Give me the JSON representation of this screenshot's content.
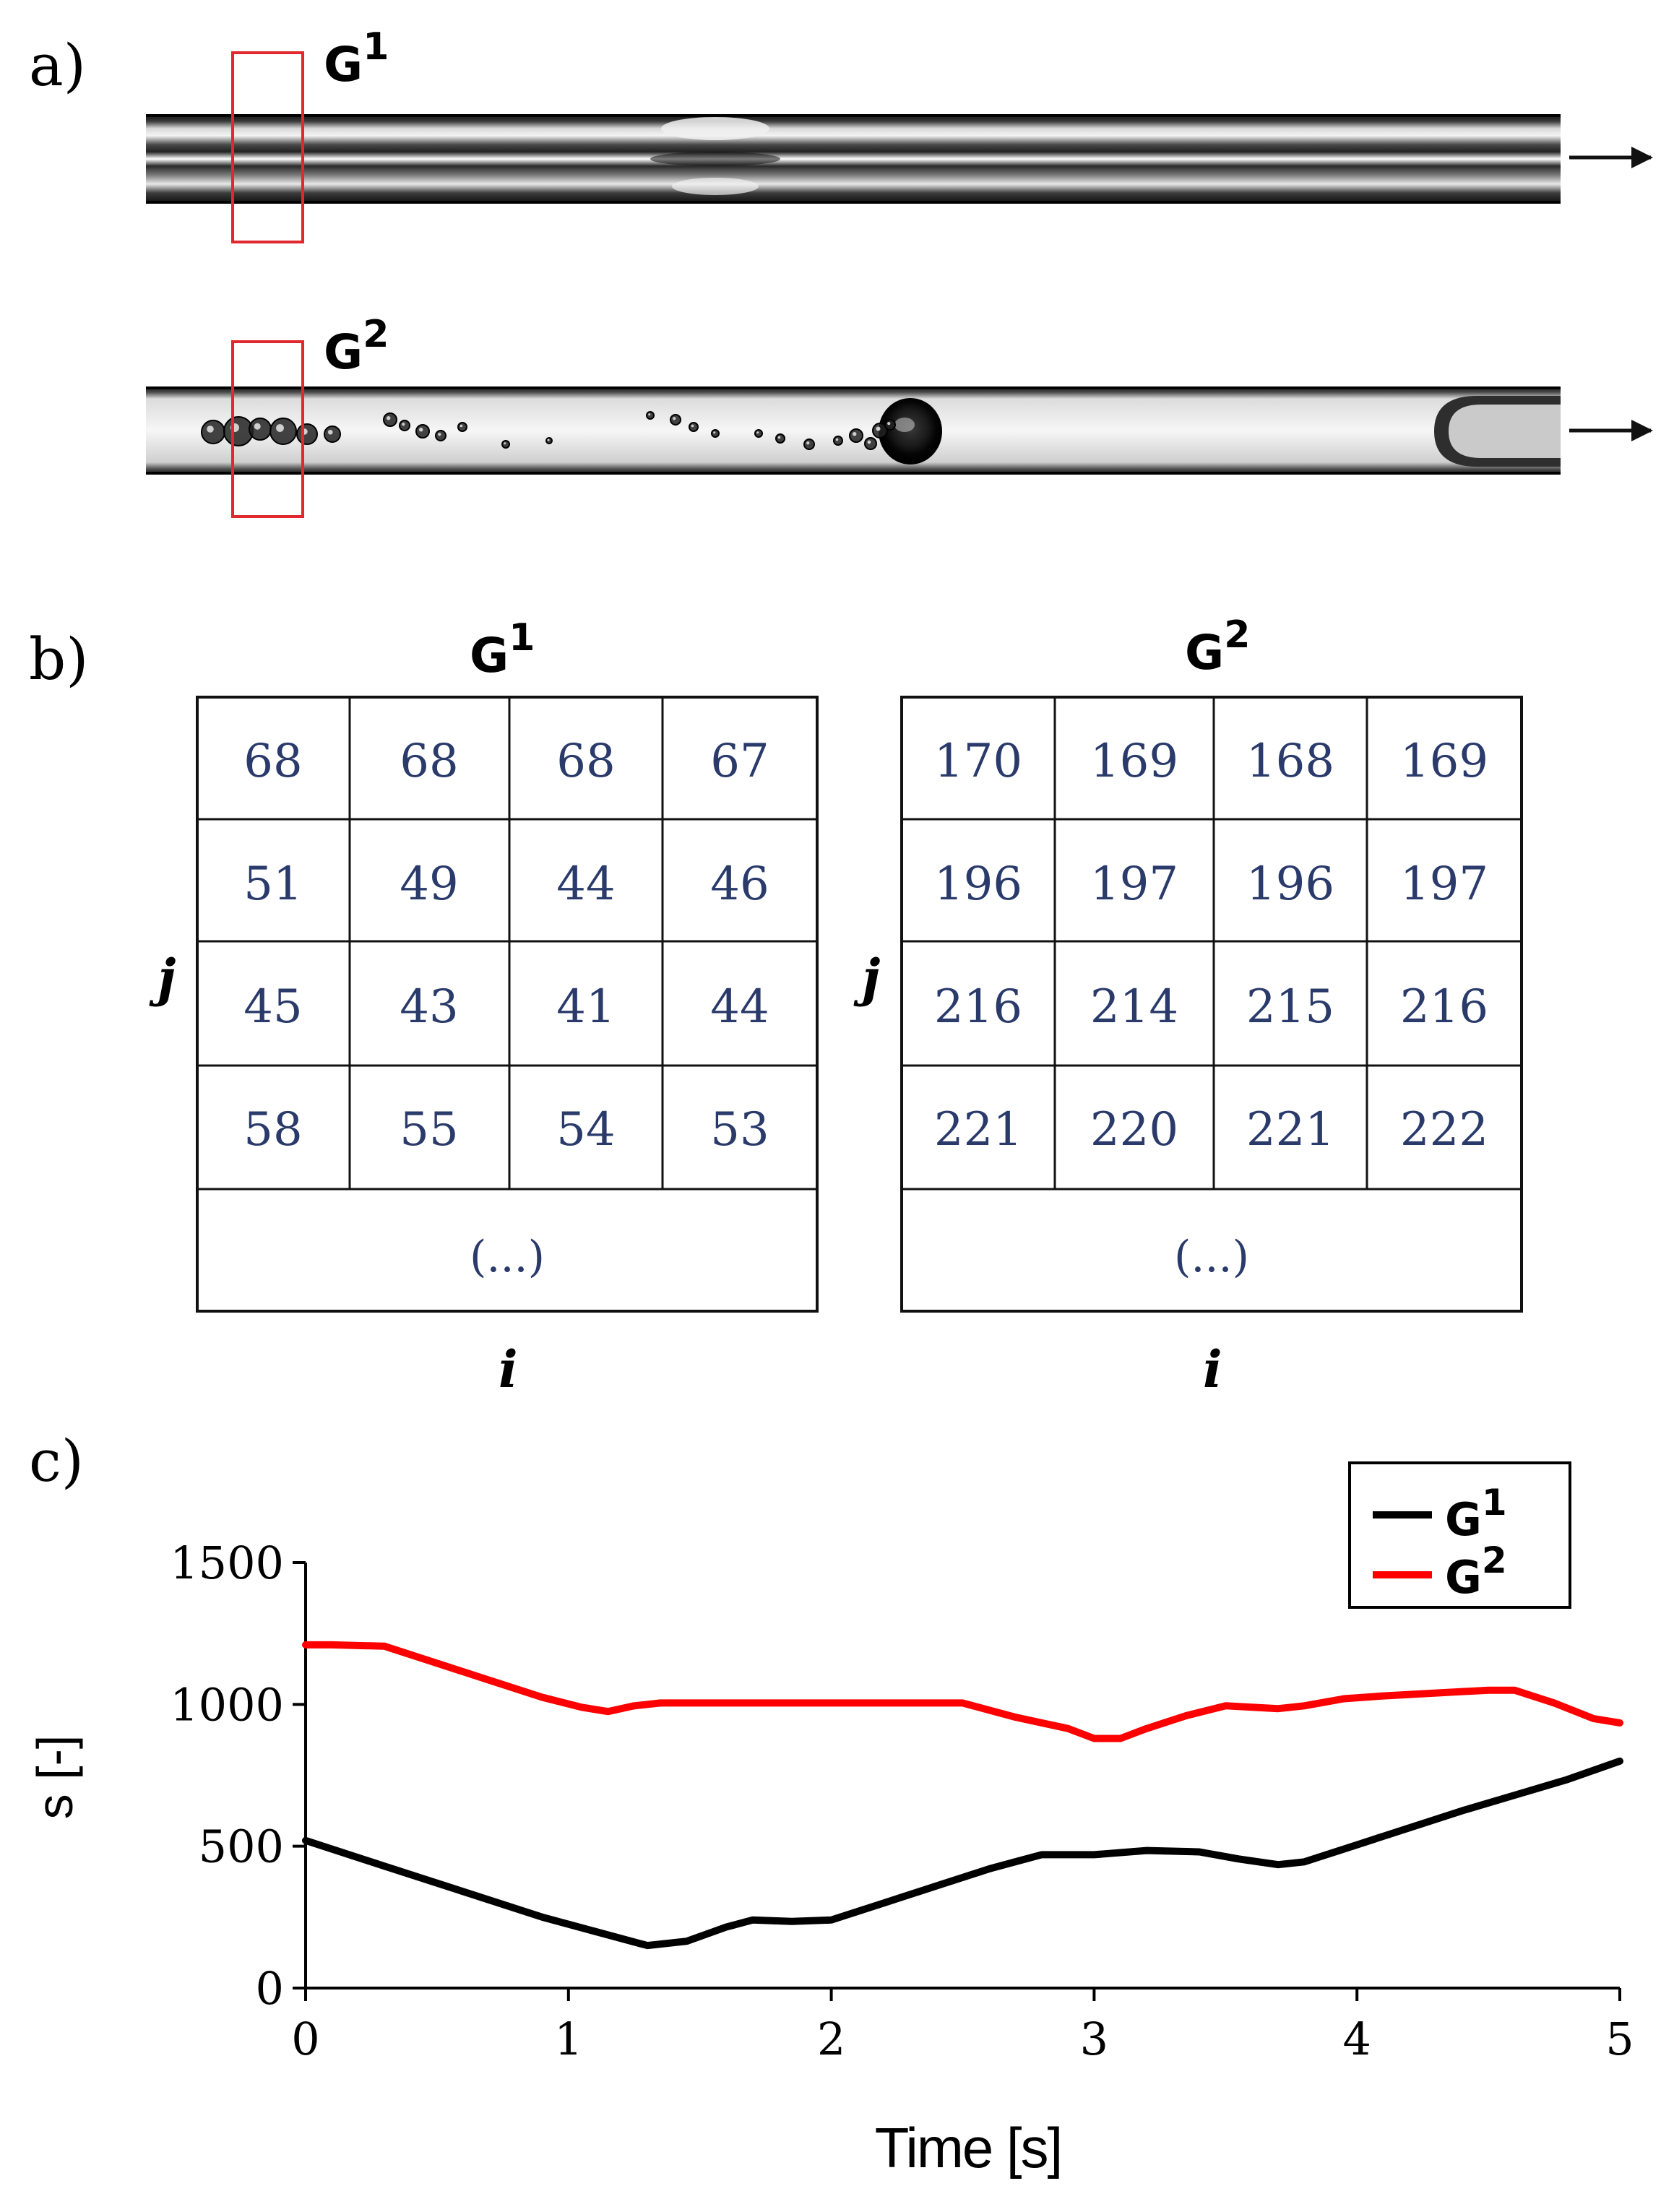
{
  "panels": {
    "a": {
      "label": "a)",
      "images": [
        {
          "glyph": "G",
          "sup": "1",
          "kind": "annular-film"
        },
        {
          "glyph": "G",
          "sup": "2",
          "kind": "bubbly-slug"
        }
      ]
    },
    "b": {
      "label": "b)",
      "grids": [
        {
          "glyph": "G",
          "sup": "1",
          "rows": [
            [
              "68",
              "68",
              "68",
              "67"
            ],
            [
              "51",
              "49",
              "44",
              "46"
            ],
            [
              "45",
              "43",
              "41",
              "44"
            ],
            [
              "58",
              "55",
              "54",
              "53"
            ]
          ],
          "ellipsis": "(...)",
          "row_axis": "j",
          "col_axis": "i"
        },
        {
          "glyph": "G",
          "sup": "2",
          "rows": [
            [
              "170",
              "169",
              "168",
              "169"
            ],
            [
              "196",
              "197",
              "196",
              "197"
            ],
            [
              "216",
              "214",
              "215",
              "216"
            ],
            [
              "221",
              "220",
              "221",
              "222"
            ]
          ],
          "ellipsis": "(...)",
          "row_axis": "j",
          "col_axis": "i"
        }
      ]
    },
    "c": {
      "label": "c)"
    }
  },
  "colors": {
    "g1": "#000000",
    "g2": "#ff0000",
    "roi_box": "#e0282e"
  },
  "chart_data": {
    "type": "line",
    "xlabel": "Time [s]",
    "ylabel": "s [-]",
    "xlim": [
      0,
      5
    ],
    "ylim": [
      0,
      1500
    ],
    "xticks": [
      "0",
      "1",
      "2",
      "3",
      "4",
      "5"
    ],
    "yticks": [
      "0",
      "500",
      "1000",
      "1500"
    ],
    "grid": false,
    "legend_position": "top-right",
    "series": [
      {
        "name": "G1",
        "glyph": "G",
        "sup": "1",
        "color": "#000000",
        "x": [
          0,
          0.3,
          0.6,
          0.9,
          1.1,
          1.3,
          1.45,
          1.6,
          1.7,
          1.85,
          2.0,
          2.2,
          2.4,
          2.6,
          2.8,
          3.0,
          3.2,
          3.4,
          3.55,
          3.7,
          3.8,
          4.0,
          4.2,
          4.4,
          4.6,
          4.8,
          5.0
        ],
        "y": [
          520,
          430,
          340,
          250,
          200,
          150,
          165,
          215,
          240,
          235,
          240,
          300,
          360,
          420,
          470,
          470,
          485,
          480,
          455,
          435,
          445,
          505,
          565,
          625,
          680,
          735,
          800
        ]
      },
      {
        "name": "G2",
        "glyph": "G",
        "sup": "2",
        "color": "#ff0000",
        "x": [
          0,
          0.1,
          0.3,
          0.5,
          0.7,
          0.9,
          1.05,
          1.15,
          1.25,
          1.35,
          1.5,
          1.8,
          2.0,
          2.2,
          2.5,
          2.7,
          2.8,
          2.9,
          3.0,
          3.1,
          3.2,
          3.35,
          3.5,
          3.6,
          3.7,
          3.8,
          3.95,
          4.1,
          4.3,
          4.5,
          4.6,
          4.75,
          4.9,
          5.0
        ],
        "y": [
          1210,
          1210,
          1205,
          1145,
          1085,
          1025,
          990,
          975,
          995,
          1005,
          1005,
          1005,
          1005,
          1005,
          1005,
          955,
          935,
          915,
          880,
          880,
          915,
          960,
          995,
          990,
          985,
          995,
          1020,
          1030,
          1040,
          1050,
          1050,
          1005,
          950,
          935
        ]
      }
    ]
  }
}
